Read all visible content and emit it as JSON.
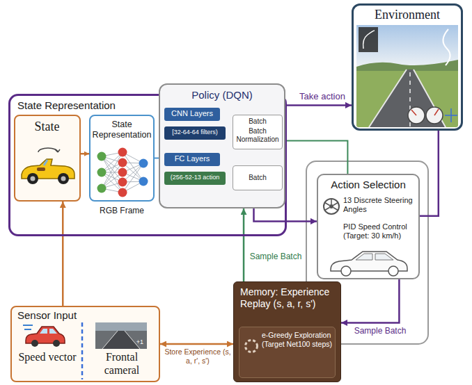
{
  "diagram": {
    "nodes": [
      {
        "text": [
          "Environment"
        ]
      },
      {
        "text": [
          "State Representation"
        ]
      },
      {
        "text": [
          "State"
        ],
        "in": 1
      },
      {
        "text": [
          "State Representation"
        ],
        "in": 1
      },
      {
        "text": [
          "Policy (DQN)"
        ],
        "in": 1
      },
      {
        "text": [
          "CNN Layers"
        ],
        "in": 4
      },
      {
        "text": [
          "[32-64-64 filters)"
        ],
        "in": 4
      },
      {
        "text": [
          "FC Layers"
        ],
        "in": 4
      },
      {
        "text": [
          "(256-52-13 action"
        ],
        "in": 4
      },
      {
        "text": [
          "Batch",
          "Batch Normalization"
        ],
        "in": 4
      },
      {
        "text": [
          "Batch"
        ],
        "in": 4
      },
      {
        "text": [
          "Action Selection",
          "13 Discrete Steering Angles",
          "PID Speed Control (Target: 30 km/h)"
        ]
      },
      {
        "text": [
          "Sensor Input",
          "Speed vector",
          "Frontal cameral"
        ]
      },
      {
        "text": [
          "Memory: Experience Replay (s, a, r, s')"
        ]
      },
      {
        "text": [
          "e-Greedy Exploration (Target Net100 steps)"
        ],
        "in": 13
      }
    ],
    "edges": [
      {
        "from": 2,
        "to": 3,
        "arrow": "to"
      },
      {
        "from": 3,
        "to": 4,
        "arrow": "none"
      },
      {
        "from": 1,
        "to": 0,
        "arrow": "to",
        "label": "Take action"
      },
      {
        "from": 6,
        "to": 9,
        "arrow": "to"
      },
      {
        "from": 8,
        "to": 10,
        "arrow": "to"
      },
      {
        "from": 9,
        "to": 11,
        "arrow": "none"
      },
      {
        "from": 4,
        "to": 11,
        "arrow": "to"
      },
      {
        "from": 11,
        "to": 0,
        "arrow": "none"
      },
      {
        "from": 12,
        "to": 2,
        "arrow": "to"
      },
      {
        "from": 12,
        "to": 13,
        "arrow": "both",
        "label": "Store Experience (s, a, r', s')"
      },
      {
        "from": 13,
        "to": 4,
        "arrow": "to",
        "label": "Sample Batch"
      },
      {
        "from": 11,
        "to": 13,
        "arrow": "to",
        "label": "Sample Batch"
      }
    ],
    "labels": [
      "RGB Frame",
      "+1"
    ]
  }
}
